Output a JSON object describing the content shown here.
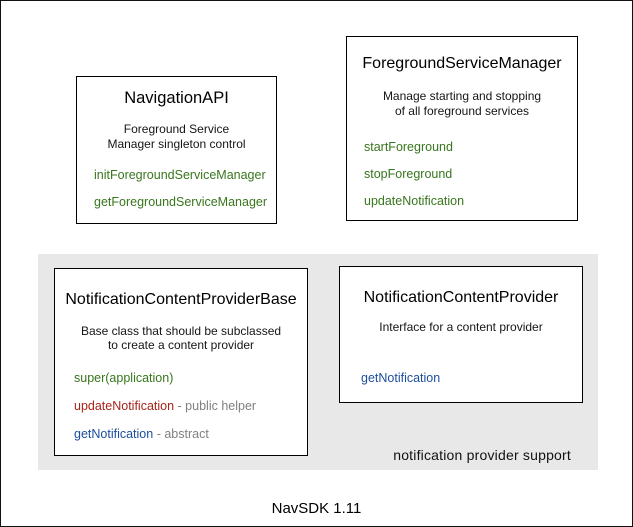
{
  "diagram": {
    "footer_label": "NavSDK 1.11",
    "group": {
      "label": "notification provider support"
    },
    "colors": {
      "method_green": "#38761d",
      "method_red": "#a8231a",
      "method_blue": "#1c4e9e",
      "annotation_gray": "#808080",
      "group_panel_gray": "#e8e8e8",
      "box_border": "#000000"
    },
    "boxes": {
      "navigation_api": {
        "title": "NavigationAPI",
        "description_lines": [
          "Foreground Service",
          "Manager singleton control"
        ],
        "methods": [
          {
            "label": "initForegroundServiceManager",
            "color": "green",
            "annotation": ""
          },
          {
            "label": "getForegroundServiceManager",
            "color": "green",
            "annotation": ""
          }
        ]
      },
      "foreground_service_manager": {
        "title": "ForegroundServiceManager",
        "description_lines": [
          "Manage starting and stopping",
          "of all foreground services"
        ],
        "methods": [
          {
            "label": "startForeground",
            "color": "green",
            "annotation": ""
          },
          {
            "label": "stopForeground",
            "color": "green",
            "annotation": ""
          },
          {
            "label": "updateNotification",
            "color": "green",
            "annotation": ""
          }
        ]
      },
      "notification_content_provider_base": {
        "title": "NotificationContentProviderBase",
        "description_lines": [
          "Base class that should be subclassed",
          "to create a content provider"
        ],
        "methods": [
          {
            "label": "super(application)",
            "color": "green",
            "annotation": ""
          },
          {
            "label": "updateNotification",
            "color": "red",
            "annotation": " - public helper"
          },
          {
            "label": "getNotification",
            "color": "blue",
            "annotation": " - abstract"
          }
        ]
      },
      "notification_content_provider": {
        "title": "NotificationContentProvider",
        "description_lines": [
          "Interface for a content provider"
        ],
        "methods": [
          {
            "label": "getNotification",
            "color": "blue",
            "annotation": ""
          }
        ]
      }
    }
  }
}
